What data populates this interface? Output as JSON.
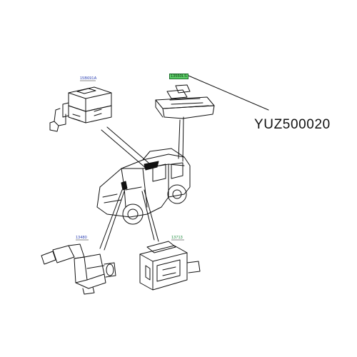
{
  "part_number": "YUZ500020",
  "callouts": {
    "top_left": "15B691A",
    "top_right": "13550LS",
    "bottom_left": "13480",
    "bottom_right": "13713"
  },
  "colors": {
    "callout_blue": "#2a3fb4",
    "callout_green": "#1a8a3a",
    "highlight_green": "#5fd36a",
    "line_black": "#111111"
  }
}
